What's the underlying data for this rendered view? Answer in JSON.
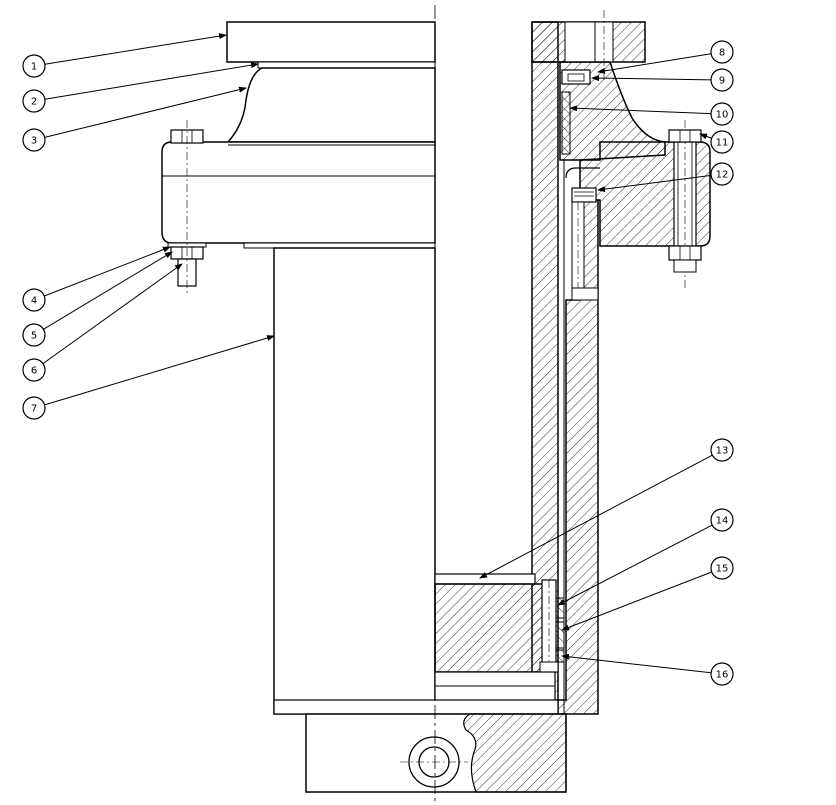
{
  "colors": {
    "line": "#000000",
    "background": "#ffffff"
  },
  "callouts": [
    {
      "label": "1"
    },
    {
      "label": "2"
    },
    {
      "label": "3"
    },
    {
      "label": "4"
    },
    {
      "label": "5"
    },
    {
      "label": "6"
    },
    {
      "label": "7"
    },
    {
      "label": "8"
    },
    {
      "label": "9"
    },
    {
      "label": "10"
    },
    {
      "label": "11"
    },
    {
      "label": "12"
    },
    {
      "label": "13"
    },
    {
      "label": "14"
    },
    {
      "label": "15"
    },
    {
      "label": "16"
    }
  ]
}
